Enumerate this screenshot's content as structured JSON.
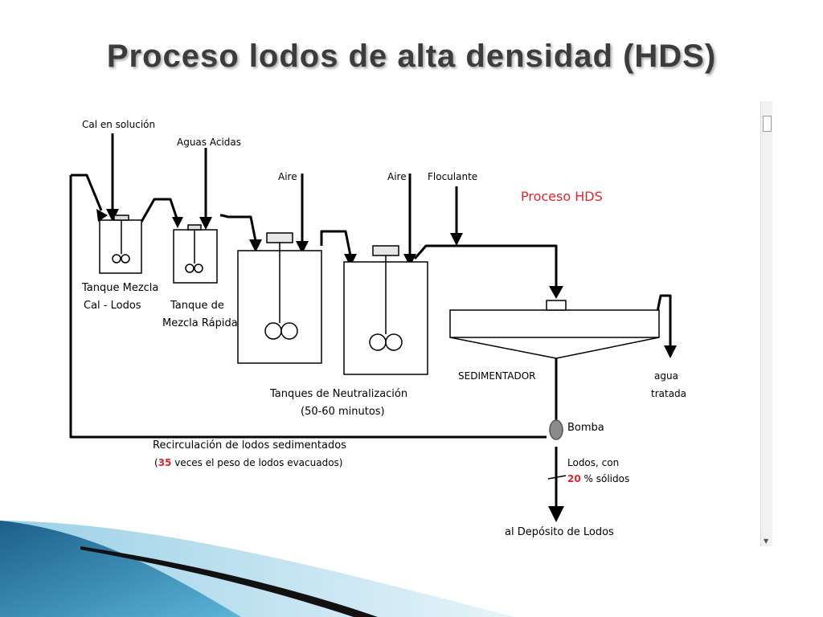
{
  "slide": {
    "title": "Proceso lodos de alta densidad (HDS)"
  },
  "diagram": {
    "process_label": "Proceso HDS",
    "inputs": {
      "cal": "Cal en solución",
      "aguas": "Aguas Acidas",
      "aire1": "Aire",
      "aire2": "Aire",
      "floculante": "Floculante"
    },
    "tanks": {
      "mezcla_line1": "Tanque Mezcla",
      "mezcla_line2": "Cal - Lodos",
      "rapida_line1": "Tanque de",
      "rapida_line2": "Mezcla Rápida",
      "neutral_line1": "Tanques de Neutralización",
      "neutral_line2": "(50-60 minutos)"
    },
    "sedimentador": "SEDIMENTADOR",
    "agua_line1": "agua",
    "agua_line2": "tratada",
    "bomba": "Bomba",
    "recirculacion": {
      "line1": "Recirculación de lodos sedimentados",
      "open": "(",
      "count": "35",
      "rest": " veces el peso de lodos evacuados)"
    },
    "lodos": {
      "line1": "Lodos, con",
      "pct": "20",
      "line2_rest": " % sólidos"
    },
    "deposito": "al Depósito de Lodos"
  },
  "colors": {
    "title": "#3c3c3c",
    "accent_red": "#e0262b",
    "line": "#000000",
    "deco_blue": "#1f6e9a"
  }
}
